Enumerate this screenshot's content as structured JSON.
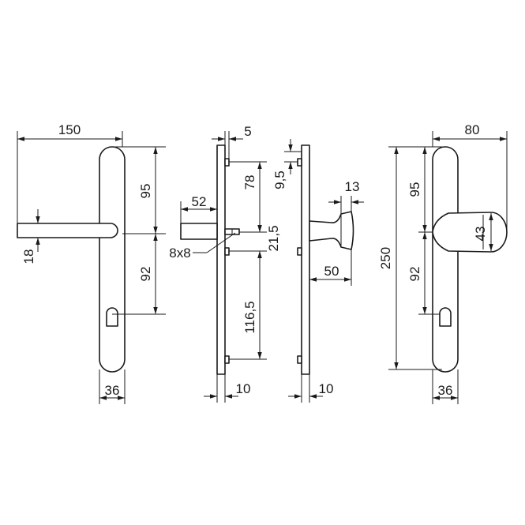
{
  "diagram": {
    "line_color": "#1a1a1a",
    "background": "#ffffff",
    "lever_front": {
      "width_label": "150",
      "upper_label": "95",
      "lower_label": "92",
      "lever_label": "18",
      "plate_label": "36"
    },
    "lever_side": {
      "top_label": "5",
      "projection_label": "52",
      "upper_label": "78",
      "spindle_label": "21,5",
      "lower_label": "116,5",
      "square_label": "8x8",
      "plate_label": "10"
    },
    "knob_side": {
      "top_label": "9,5",
      "knob_label": "13",
      "projection_label": "50",
      "plate_label": "10"
    },
    "knob_front": {
      "width_label": "80",
      "upper_label": "95",
      "lower_label": "92",
      "height_label": "250",
      "knob_label": "43",
      "plate_label": "36"
    }
  }
}
